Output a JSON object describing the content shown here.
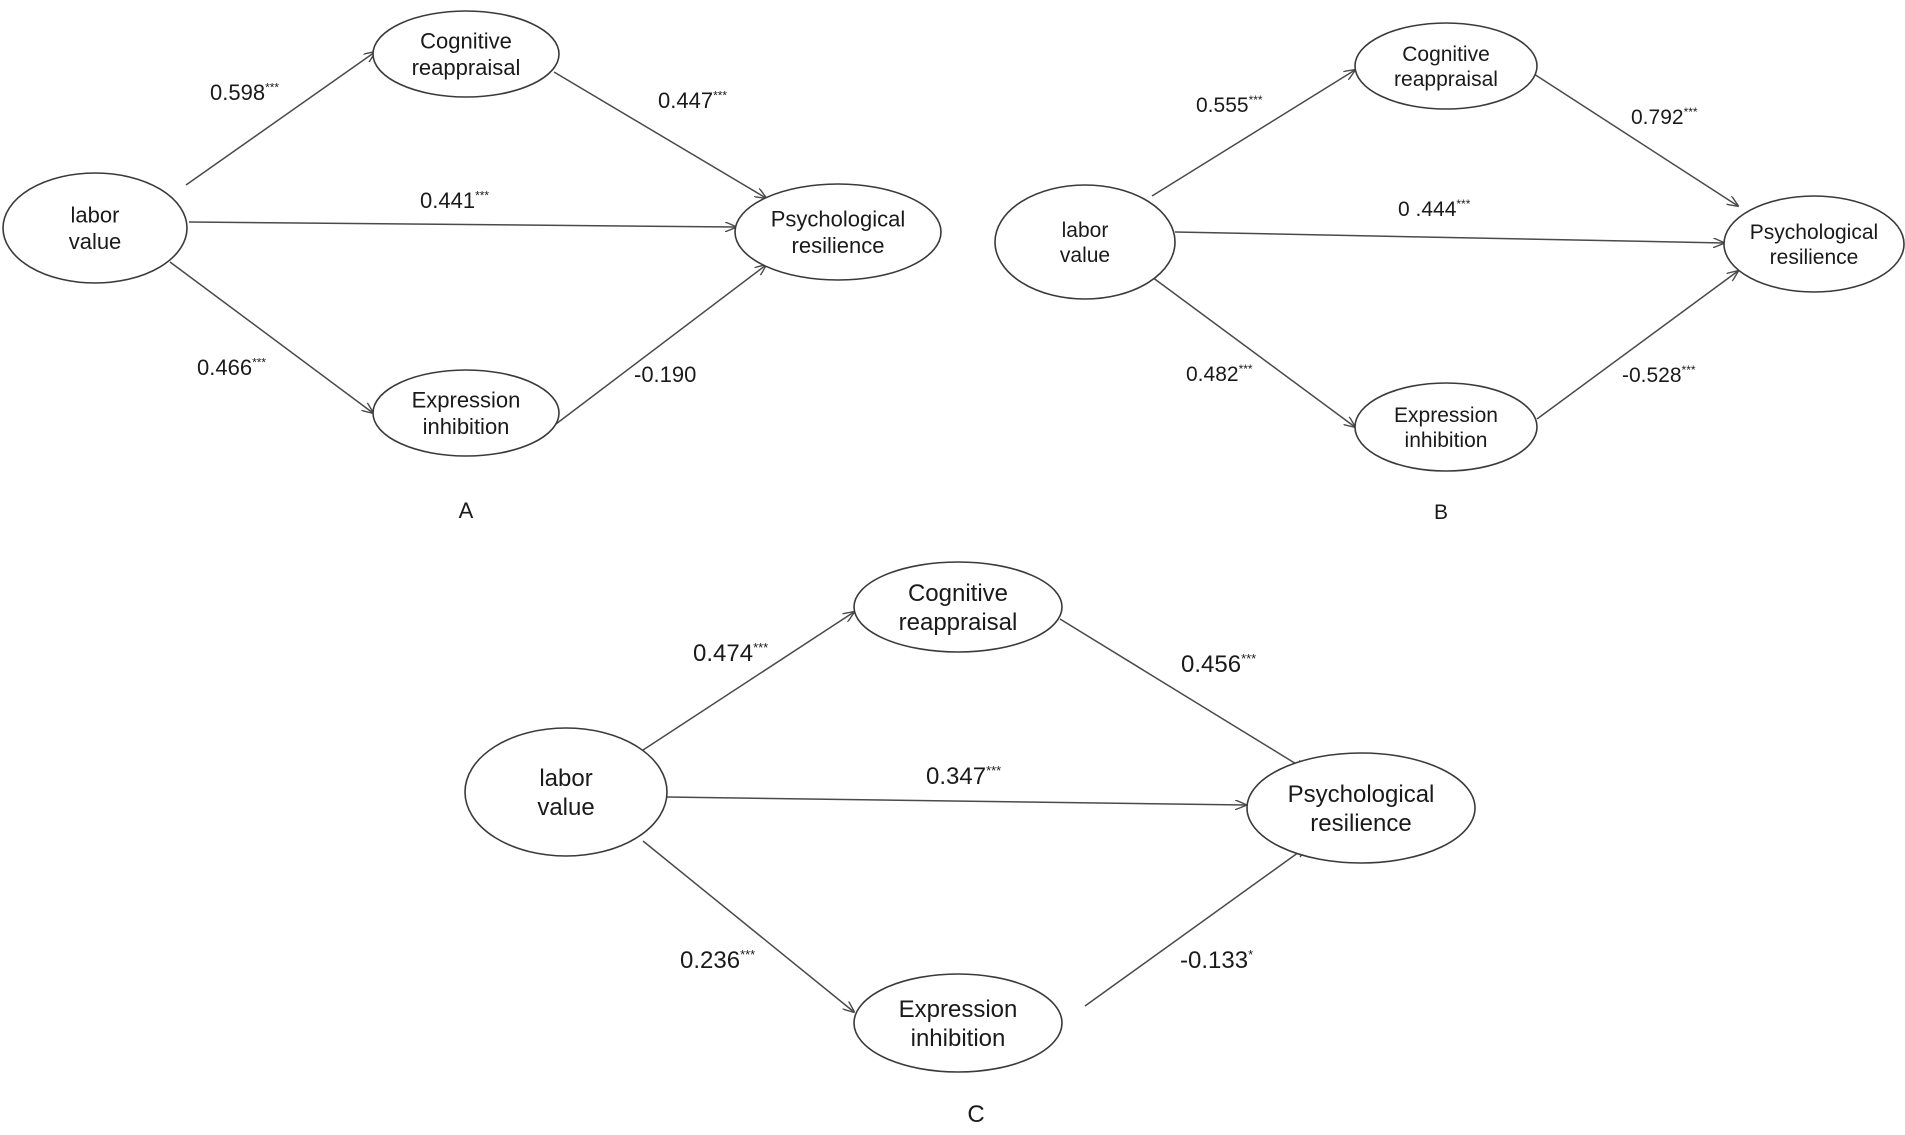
{
  "panels": [
    {
      "panel_label": "A",
      "nodes": {
        "labor": [
          "labor",
          "value"
        ],
        "cog": [
          "Cognitive",
          "reappraisal"
        ],
        "exp": [
          "Expression",
          "inhibition"
        ],
        "psy": [
          "Psychological",
          "resilience"
        ]
      },
      "edges": {
        "labor_cog": {
          "value": "0.598",
          "sig": "***"
        },
        "cog_psy": {
          "value": "0.447",
          "sig": "***"
        },
        "labor_psy": {
          "value": "0.441",
          "sig": "***"
        },
        "labor_exp": {
          "value": "0.466",
          "sig": "***"
        },
        "exp_psy": {
          "value": "-0.190",
          "sig": ""
        }
      }
    },
    {
      "panel_label": "B",
      "nodes": {
        "labor": [
          "labor",
          "value"
        ],
        "cog": [
          "Cognitive",
          "reappraisal"
        ],
        "exp": [
          "Expression",
          "inhibition"
        ],
        "psy": [
          "Psychological",
          "resilience"
        ]
      },
      "edges": {
        "labor_cog": {
          "value": "0.555",
          "sig": "***"
        },
        "cog_psy": {
          "value": "0.792",
          "sig": "***"
        },
        "labor_psy": {
          "value": "0 .444",
          "sig": "***"
        },
        "labor_exp": {
          "value": "0.482",
          "sig": "***"
        },
        "exp_psy": {
          "value": "-0.528",
          "sig": "***"
        }
      }
    },
    {
      "panel_label": "C",
      "nodes": {
        "labor": [
          "labor",
          "value"
        ],
        "cog": [
          "Cognitive",
          "reappraisal"
        ],
        "exp": [
          "Expression",
          "inhibition"
        ],
        "psy": [
          "Psychological",
          "resilience"
        ]
      },
      "edges": {
        "labor_cog": {
          "value": "0.474",
          "sig": "***"
        },
        "cog_psy": {
          "value": "0.456",
          "sig": "***"
        },
        "labor_psy": {
          "value": "0.347",
          "sig": "***"
        },
        "labor_exp": {
          "value": "0.236",
          "sig": "***"
        },
        "exp_psy": {
          "value": "-0.133",
          "sig": "*"
        }
      }
    }
  ]
}
